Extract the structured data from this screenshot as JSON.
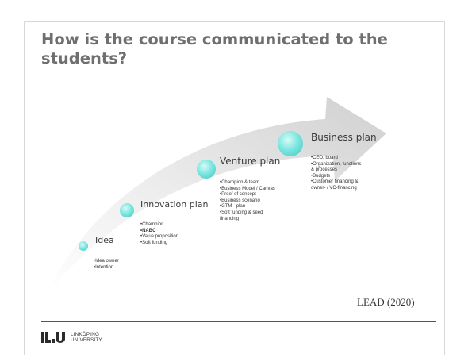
{
  "slide": {
    "title": "How is the course communicated to the students?"
  },
  "stages": [
    {
      "name": "Idea",
      "items": [
        {
          "text": "•Idea owner",
          "bold": false
        },
        {
          "text": "•Intention",
          "bold": false
        }
      ]
    },
    {
      "name": "Innovation plan",
      "items": [
        {
          "text": "•Champion",
          "bold": false
        },
        {
          "text": "•NABC",
          "bold": true
        },
        {
          "text": "•Value proposition",
          "bold": false
        },
        {
          "text": "•Soft funding",
          "bold": false
        }
      ]
    },
    {
      "name": "Venture plan",
      "items": [
        {
          "text": "•Champion & team",
          "bold": false
        },
        {
          "text": "•Business Model / Canvas",
          "bold": false
        },
        {
          "text": "•Proof of concept",
          "bold": false
        },
        {
          "text": "•Business scenario",
          "bold": false
        },
        {
          "text": "•GTM - plan",
          "bold": false
        },
        {
          "text": "•Soft funding & seed",
          "bold": false
        },
        {
          "text": " financing",
          "bold": false
        }
      ]
    },
    {
      "name": "Business plan",
      "items": [
        {
          "text": "•CEO, board",
          "bold": false
        },
        {
          "text": "•Organization, functions",
          "bold": false
        },
        {
          "text": " & processes",
          "bold": false
        },
        {
          "text": "•Budgets",
          "bold": false
        },
        {
          "text": "•Customer financing &",
          "bold": false
        },
        {
          "text": " owner-  / VC-financing",
          "bold": false
        }
      ]
    }
  ],
  "citation": "LEAD (2020)",
  "logo": {
    "line1": "LINKÖPING",
    "line2": "UNIVERSITY"
  },
  "colors": {
    "title": "#6f6f6f",
    "arrow_light": "#f2f2f2",
    "arrow_dark": "#d2d2d2",
    "ball": "#55d2cc"
  }
}
